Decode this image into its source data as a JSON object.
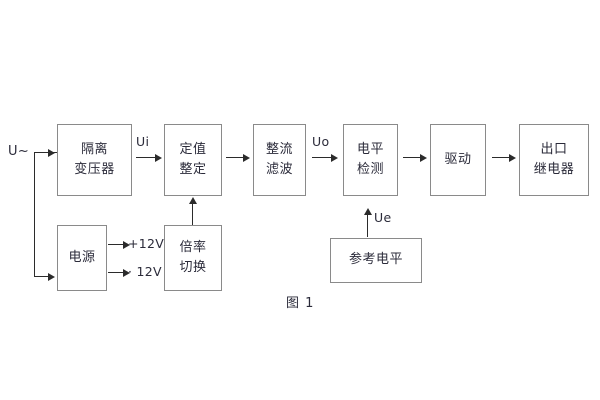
{
  "figure": {
    "caption": "图 1",
    "input_label": "U~"
  },
  "blocks": [
    {
      "id": "isolation-transformer",
      "line1": "隔离",
      "line2": "变压器"
    },
    {
      "id": "setting-adjustment",
      "line1": "定值",
      "line2": "整定"
    },
    {
      "id": "rectifier-filter",
      "line1": "整流",
      "line2": "滤波"
    },
    {
      "id": "level-detection",
      "line1": "电平",
      "line2": "检测"
    },
    {
      "id": "driver",
      "line1": "驱动",
      "line2": ""
    },
    {
      "id": "output-relay",
      "line1": "出口",
      "line2": "继电器"
    },
    {
      "id": "power-supply",
      "line1": "电源",
      "line2": ""
    },
    {
      "id": "multiplier-switch",
      "line1": "倍率",
      "line2": "切换"
    },
    {
      "id": "reference-level",
      "line1": "参考电平",
      "line2": ""
    }
  ],
  "signals": {
    "ui": "Ui",
    "uo": "Uo",
    "ue": "Ue",
    "rail_positive": "+12V",
    "rail_negative": "· 12V"
  },
  "colors": {
    "box_border": "#8a8a8a",
    "wire": "#2b2b2b",
    "text": "#2b2b3a",
    "background": "#ffffff"
  }
}
